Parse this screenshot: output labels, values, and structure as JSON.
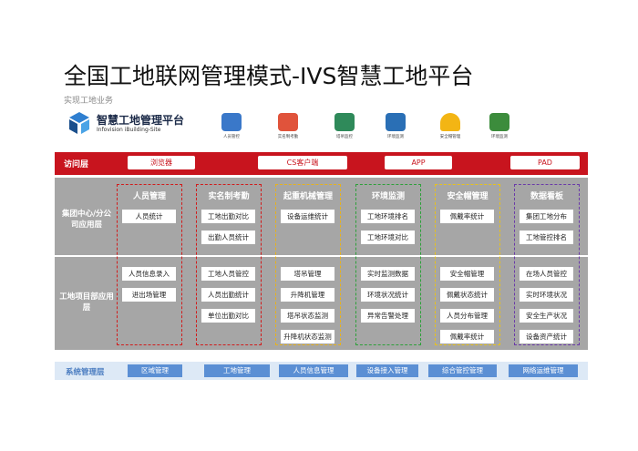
{
  "header": {
    "title": "全国工地联网管理模式-IVS智慧工地平台",
    "subtitle": "实现工地业务"
  },
  "logo": {
    "title": "智慧工地管理平台",
    "subtitle": "Infovision iBuilding-Site"
  },
  "top_icons": [
    {
      "label": "人员管控",
      "icon": "person-icon",
      "color": "#3a78c9"
    },
    {
      "label": "实名制考勤",
      "icon": "calendar-icon",
      "color": "#e0533b"
    },
    {
      "label": "塔吊监控",
      "icon": "crane-monitor-icon",
      "color": "#2f8a5a"
    },
    {
      "label": "环境监测",
      "icon": "environment-monitor-icon",
      "color": "#2a6fb5"
    },
    {
      "label": "安全帽管理",
      "icon": "helmet-icon",
      "color": "#f3b514"
    },
    {
      "label": "环境监测",
      "icon": "dashboard-icon",
      "color": "#3c8c3c"
    }
  ],
  "access_layer": {
    "name": "访问层",
    "items": [
      "浏览器",
      "CS客户端",
      "APP",
      "PAD"
    ]
  },
  "row_names": {
    "group": "集团中心/分公司应用层",
    "site": "工地项目部应用层"
  },
  "columns": [
    {
      "head": "人员管理",
      "color": "#d11c1c",
      "group": [
        "人员统计"
      ],
      "site": [
        "人员信息录入",
        "进出场管理"
      ]
    },
    {
      "head": "实名制考勤",
      "color": "#d11c1c",
      "group": [
        "工地出勤对比",
        "出勤人员统计"
      ],
      "site": [
        "工地人员管控",
        "人员出勤统计",
        "单位出勤对比"
      ]
    },
    {
      "head": "起重机械管理",
      "color": "#e8b21a",
      "group": [
        "设备运维统计"
      ],
      "site": [
        "塔吊管理",
        "升降机管理",
        "塔吊状态监测",
        "升降机状态监测"
      ]
    },
    {
      "head": "环境监测",
      "color": "#2ea03a",
      "group": [
        "工地环境排名",
        "工地环境对比"
      ],
      "site": [
        "实时监测数据",
        "环境状况统计",
        "异常告警处理"
      ]
    },
    {
      "head": "安全帽管理",
      "color": "#e8c21a",
      "group": [
        "佩戴率统计"
      ],
      "site": [
        "安全帽管理",
        "佩戴状态统计",
        "人员分布管理",
        "佩戴率统计"
      ]
    },
    {
      "head": "数据看板",
      "color": "#6a3aa8",
      "group": [
        "集团工地分布",
        "工地管控排名"
      ],
      "site": [
        "在场人员管控",
        "实时环境状况",
        "安全生产状况",
        "设备资产统计"
      ]
    }
  ],
  "system_layer": {
    "name": "系统管理层",
    "items": [
      "区域管理",
      "工地管理",
      "人员信息管理",
      "设备接入管理",
      "综合管控管理",
      "网络运维管理"
    ]
  }
}
